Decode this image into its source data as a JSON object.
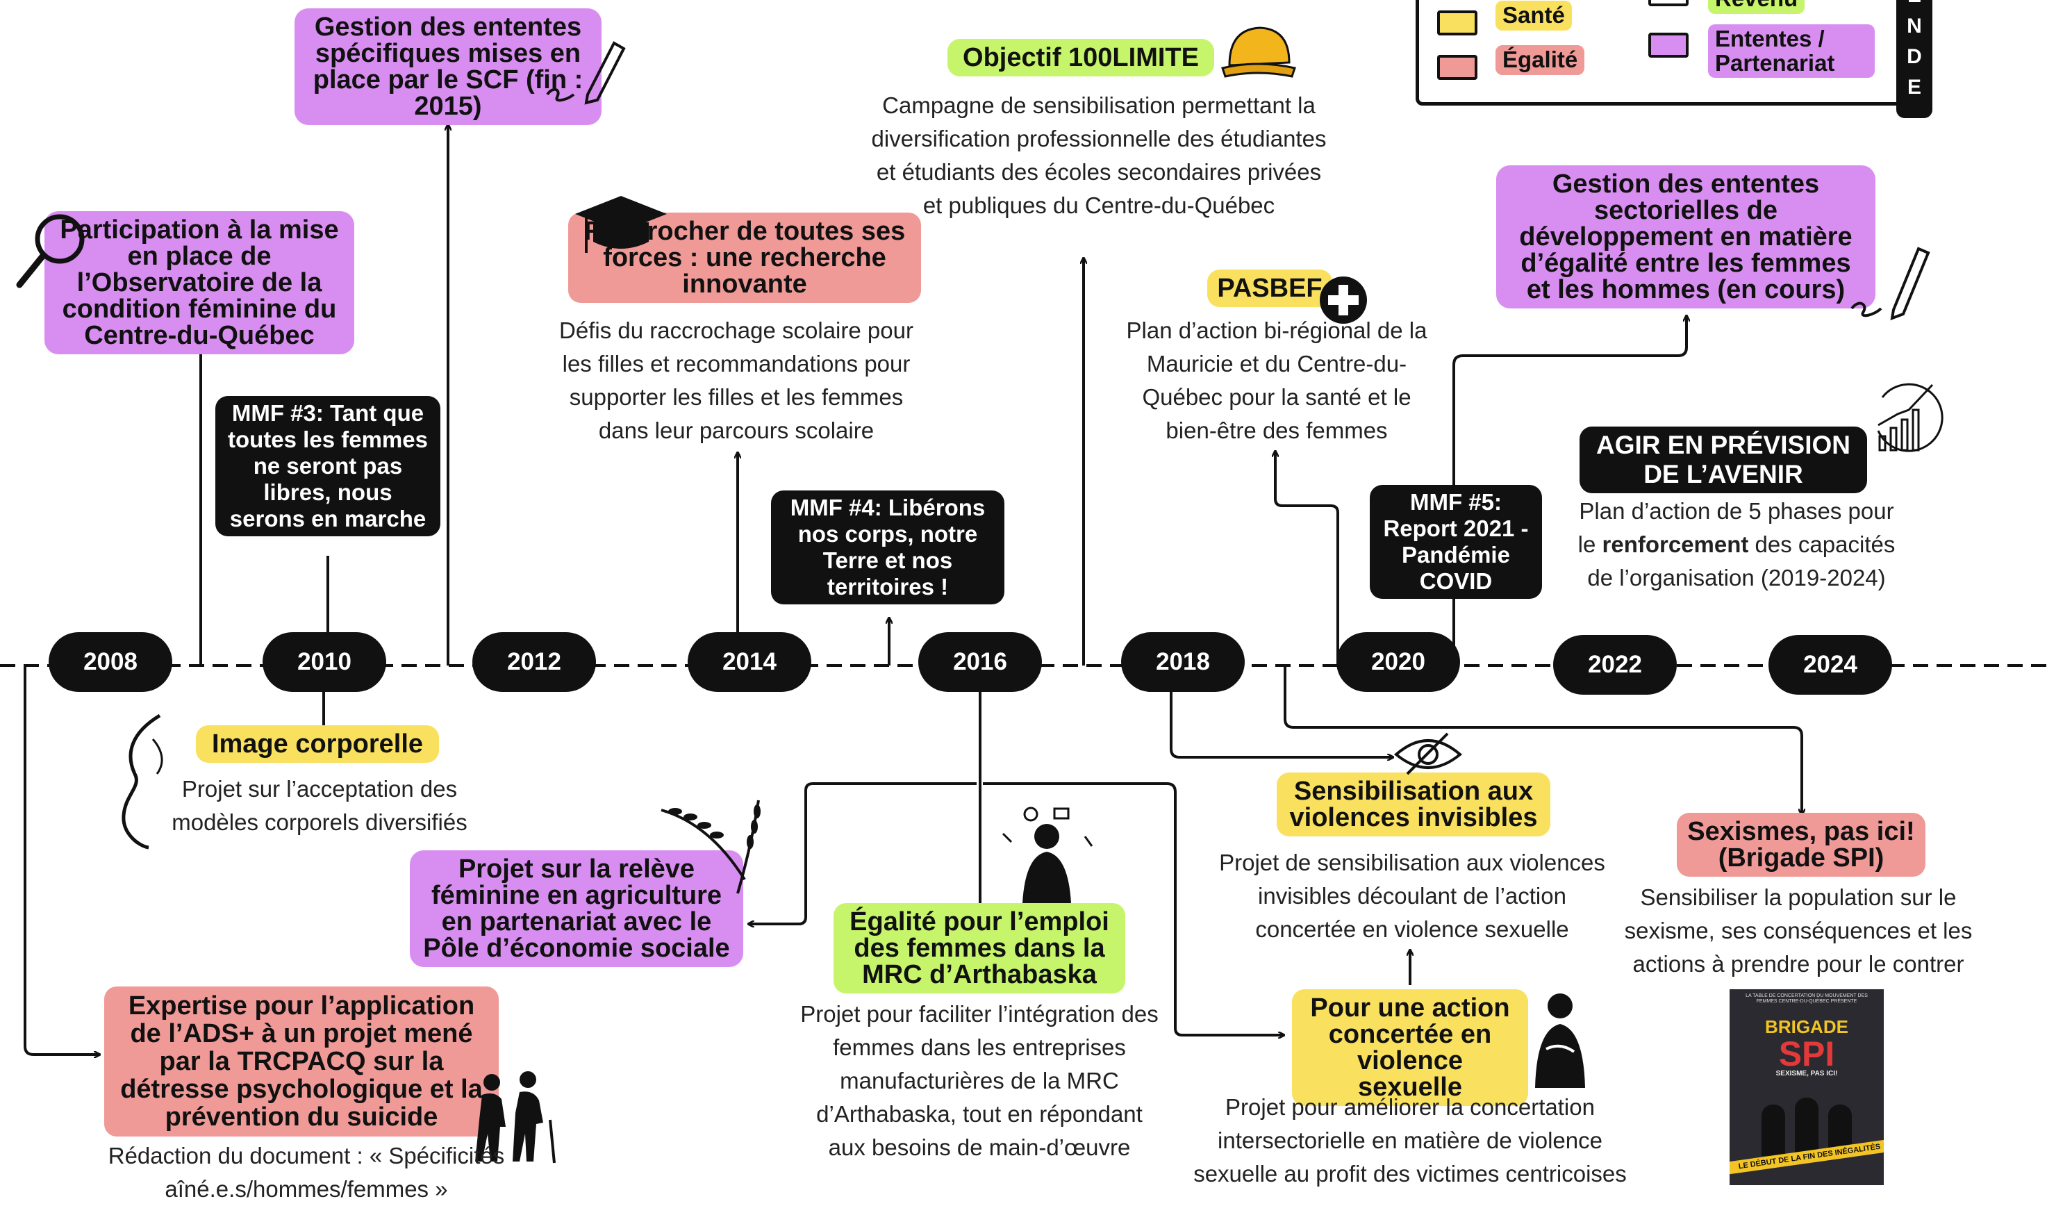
{
  "years": [
    "2008",
    "2010",
    "2012",
    "2014",
    "2016",
    "2018",
    "2020",
    "2022",
    "2024"
  ],
  "legend": {
    "title": "LÉGENDE",
    "items": [
      {
        "label": "Santé",
        "color": "#f9e15f"
      },
      {
        "label": "Égalité",
        "color": "#f09a98"
      },
      {
        "label": "Revenu",
        "color": "#c6f46a"
      },
      {
        "label": "Ententes / Partenariat",
        "color": "#d88ef0"
      }
    ]
  },
  "events": {
    "observatoire": "Participation à la mise en place de l’Observatoire de la condition féminine du Centre-du-Québec",
    "scf": "Gestion des ententes spécifiques mises en place par le SCF (fin : 2015)",
    "mmf3": "MMF #3: Tant que toutes les femmes ne seront pas libres, nous serons en marche",
    "raccrocher_title": "Raccrocher de toutes ses forces : une recherche innovante",
    "raccrocher_desc": "Défis du raccrochage scolaire pour les filles et recommandations pour supporter les filles et les femmes dans leur parcours scolaire",
    "mmf4": "MMF #4: Libérons nos corps, notre Terre et nos territoires !",
    "objectif_title": "Objectif 100LIMITE",
    "objectif_desc": "Campagne de sensibilisation permettant la diversification professionnelle des étudiantes et étudiants des écoles secondaires privées et publiques du Centre-du-Québec",
    "pasbef_title": "PASBEF",
    "pasbef_desc": "Plan d’action bi-régional de la Mauricie et du Centre-du-Québec pour la santé et le bien-être des femmes",
    "mmf5": "MMF #5: Report 2021 - Pandémie COVID",
    "sectorielles": "Gestion des ententes sectorielles de développement en matière d’égalité entre les femmes et les hommes (en cours)",
    "agir_title": "AGIR EN PRÉVISION DE L’AVENIR",
    "agir_desc_pre": "Plan d’action de 5 phases pour le ",
    "agir_desc_bold": "renforcement",
    "agir_desc_post": " des capacités de l’organisation (2019-2024)",
    "image_title": "Image corporelle",
    "image_desc": "Projet sur l’acceptation des modèles corporels diversifiés",
    "releve_title": "Projet sur la relève féminine en agriculture en partenariat avec le Pôle d’économie sociale",
    "ads_title": "Expertise pour l’application de l’ADS+ à un projet mené par la TRCPACQ sur la détresse psychologique et la prévention du suicide",
    "ads_desc": "Rédaction du document : « Spécificités aîné.e.s/hommes/femmes »",
    "emploi_title": "Égalité pour l’emploi des femmes dans la MRC d’Arthabaska",
    "emploi_desc": "Projet pour faciliter l’intégration des femmes dans les entreprises manufacturières de la MRC d’Arthabaska, tout en répondant aux besoins de main-d’œuvre",
    "invisibles_title": "Sensibilisation aux violences invisibles",
    "invisibles_desc": "Projet de sensibilisation aux violences invisibles découlant de l’action concertée en violence sexuelle",
    "action_title": "Pour une action concertée en violence sexuelle",
    "action_desc": "Projet pour améliorer la concertation intersectorielle en matière de violence sexuelle au profit des victimes centricoises",
    "spi_title": "Sexismes, pas ici! (Brigade SPI)",
    "spi_desc": "Sensibiliser la population sur le sexisme, ses conséquences et les actions à prendre pour le contrer"
  },
  "poster": {
    "header": "LA TABLE DE CONCERTATION DU MOUVEMENT DES FEMMES CENTRE-DU-QUÉBEC PRÉSENTE",
    "title1": "BRIGADE",
    "title2": "SPI",
    "subtitle": "SEXISME, PAS ICI!",
    "banner": "LE DÉBUT DE LA FIN DES INÉGALITÉS"
  }
}
